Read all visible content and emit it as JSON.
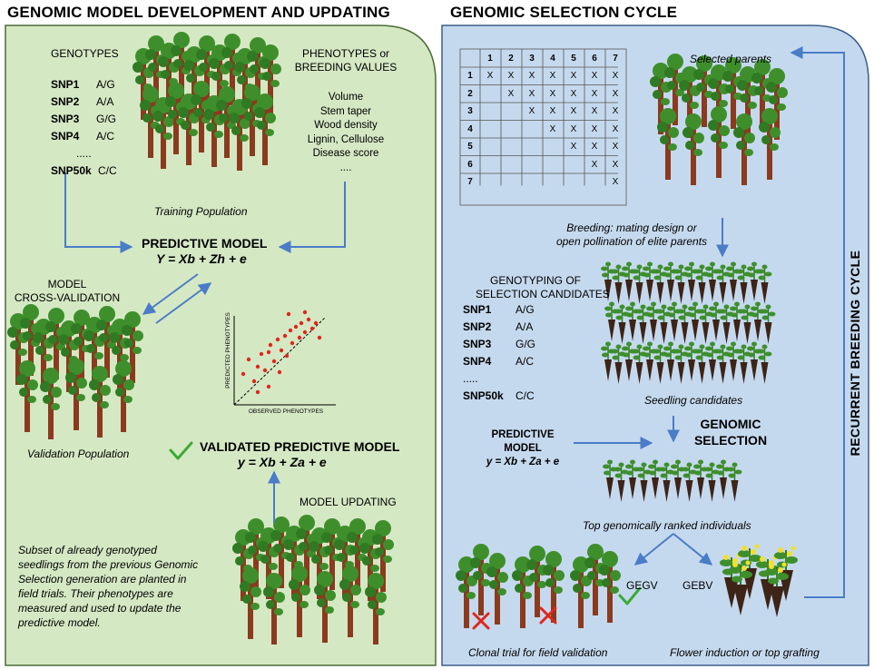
{
  "left": {
    "title": "GENOMIC MODEL DEVELOPMENT AND UPDATING",
    "genotypes_heading": "GENOTYPES",
    "snps": [
      {
        "name": "SNP1",
        "value": "A/G"
      },
      {
        "name": "SNP2",
        "value": "A/A"
      },
      {
        "name": "SNP3",
        "value": "G/G"
      },
      {
        "name": "SNP4",
        "value": "A/C"
      }
    ],
    "snp_ellipsis": ".....",
    "snp_last_name": "SNP50k",
    "snp_last_value": "C/C",
    "phenotypes_heading_1": "PHENOTYPES or",
    "phenotypes_heading_2": "BREEDING VALUES",
    "traits": [
      "Volume",
      "Stem taper",
      "Wood density",
      "Lignin, Cellulose",
      "Disease score",
      "...."
    ],
    "training_population": "Training Population",
    "predictive_model_title": "PREDICTIVE MODEL",
    "predictive_model_eq": "Y = Xb + Zh + e",
    "cross_validation_1": "MODEL",
    "cross_validation_2": "CROSS-VALIDATION",
    "validation_population": "Validation Population",
    "scatter_ylabel": "PREDICTED PHENOTYPES",
    "scatter_xlabel": "OBSERVED PHENOTYPES",
    "validated_title": "VALIDATED PREDICTIVE MODEL",
    "validated_eq": "y = Xb + Za + e",
    "model_updating": "MODEL UPDATING",
    "subset_text": [
      "Subset of already genotyped",
      "seedlings from the previous Genomic",
      "Selection generation are planted in",
      "field trials. Their phenotypes are",
      "measured and used to update the",
      "predictive model."
    ]
  },
  "right": {
    "title": "GENOMIC SELECTION CYCLE",
    "grid_cols": [
      "1",
      "2",
      "3",
      "4",
      "5",
      "6",
      "7"
    ],
    "grid_rows": [
      "1",
      "2",
      "3",
      "4",
      "5",
      "6",
      "7"
    ],
    "grid_mark": "X",
    "selected_parents": "Selected parents",
    "breeding_1": "Breeding: mating design or",
    "breeding_2": "open pollination of elite parents",
    "genotyping_1": "GENOTYPING OF",
    "genotyping_2": "SELECTION CANDIDATES",
    "snps": [
      {
        "name": "SNP1",
        "value": "A/G"
      },
      {
        "name": "SNP2",
        "value": "A/A"
      },
      {
        "name": "SNP3",
        "value": "G/G"
      },
      {
        "name": "SNP4",
        "value": "A/C"
      }
    ],
    "snp_ellipsis": ".....",
    "snp_last_name": "SNP50k",
    "snp_last_value": "C/C",
    "seedling_candidates": "Seedling candidates",
    "predictive_model_title": "PREDICTIVE MODEL",
    "predictive_model_eq": "y = Xb + Za + e",
    "genomic_selection_1": "GENOMIC",
    "genomic_selection_2": "SELECTION",
    "top_ranked": "Top genomically ranked individuals",
    "gegv": "GEGV",
    "gebv": "GEBV",
    "clonal_trial": "Clonal trial for field validation",
    "flower_induction": "Flower induction or top grafting",
    "recurrent": "RECURRENT BREEDING CYCLE"
  },
  "colors": {
    "left_panel": "#d5e8c4",
    "right_panel": "#c5d9ee",
    "arrow": "#4a7cc7",
    "trunk": "#8b3a1e",
    "foliage": "#3e8f2c",
    "seedling_root": "#3d2417",
    "red_dot": "#e0261b",
    "check": "#3aaa35"
  }
}
